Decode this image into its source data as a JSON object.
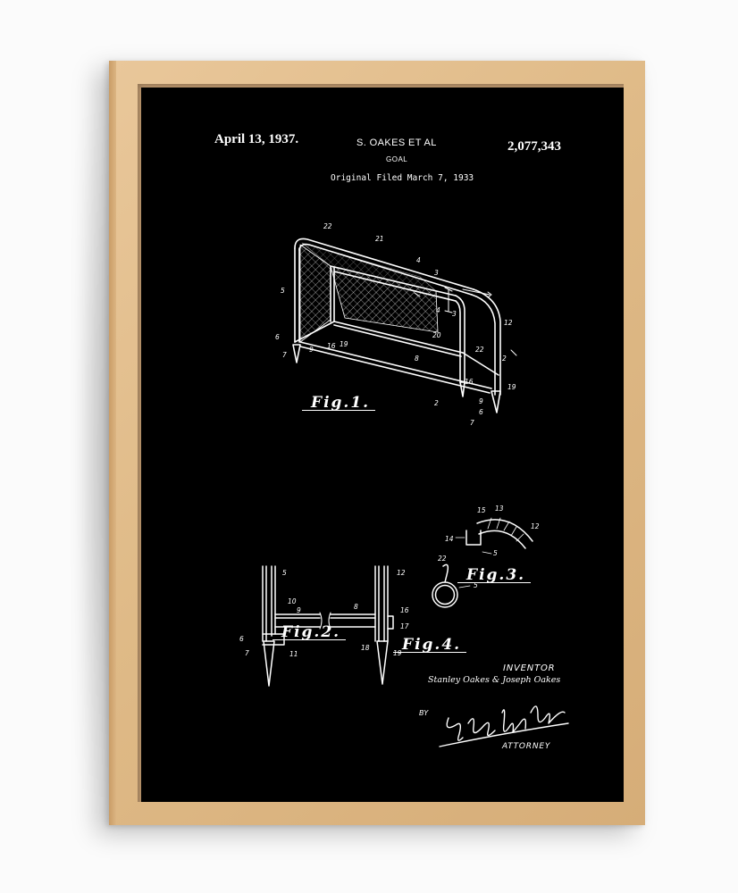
{
  "patent": {
    "date": "April 13, 1937.",
    "inventors_header": "S. OAKES ET AL",
    "number": "2,077,343",
    "title": "GOAL",
    "filed": "Original Filed March 7, 1933"
  },
  "figures": {
    "fig1": "Fig.1.",
    "fig2": "Fig.2.",
    "fig3": "Fig.3.",
    "fig4": "Fig.4."
  },
  "reference_numerals": {
    "fig1": [
      "22",
      "21",
      "4",
      "3",
      "5",
      "4",
      "3",
      "12",
      "20",
      "6",
      "9",
      "16",
      "19",
      "22",
      "8",
      "7",
      "2",
      "16",
      "19",
      "2",
      "9",
      "6",
      "7"
    ],
    "fig2": [
      "5",
      "12",
      "10",
      "9",
      "8",
      "16",
      "6",
      "7",
      "11",
      "17",
      "18",
      "19"
    ],
    "fig3": [
      "15",
      "13",
      "12",
      "14",
      "5"
    ],
    "fig4": [
      "22",
      "5"
    ]
  },
  "signature_block": {
    "inventor_label": "INVENTOR",
    "inventor_names": "Stanley Oakes & Joseph Oakes",
    "by": "BY",
    "attorney_label": "ATTORNEY"
  },
  "colors": {
    "poster_background": "#000000",
    "ink": "#ffffff",
    "frame_wood": "#dfba87",
    "wall": "#fbfbfb"
  }
}
